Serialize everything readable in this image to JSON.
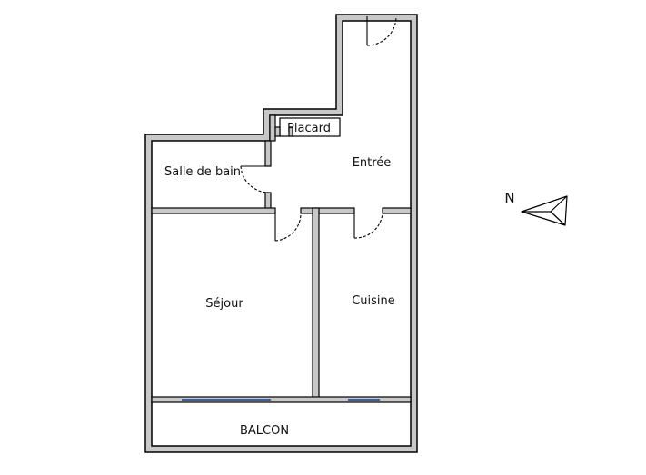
{
  "plan": {
    "rooms": {
      "placard": "Placard",
      "salle_de_bain": "Salle de bain",
      "entree": "Entrée",
      "sejour": "Séjour",
      "cuisine": "Cuisine",
      "balcon": "BALCON"
    },
    "compass": {
      "label": "N",
      "direction": "west"
    },
    "colors": {
      "wall_fill": "#c8c8c8",
      "wall_stroke": "#000000",
      "window": "#3a5fa8"
    }
  }
}
